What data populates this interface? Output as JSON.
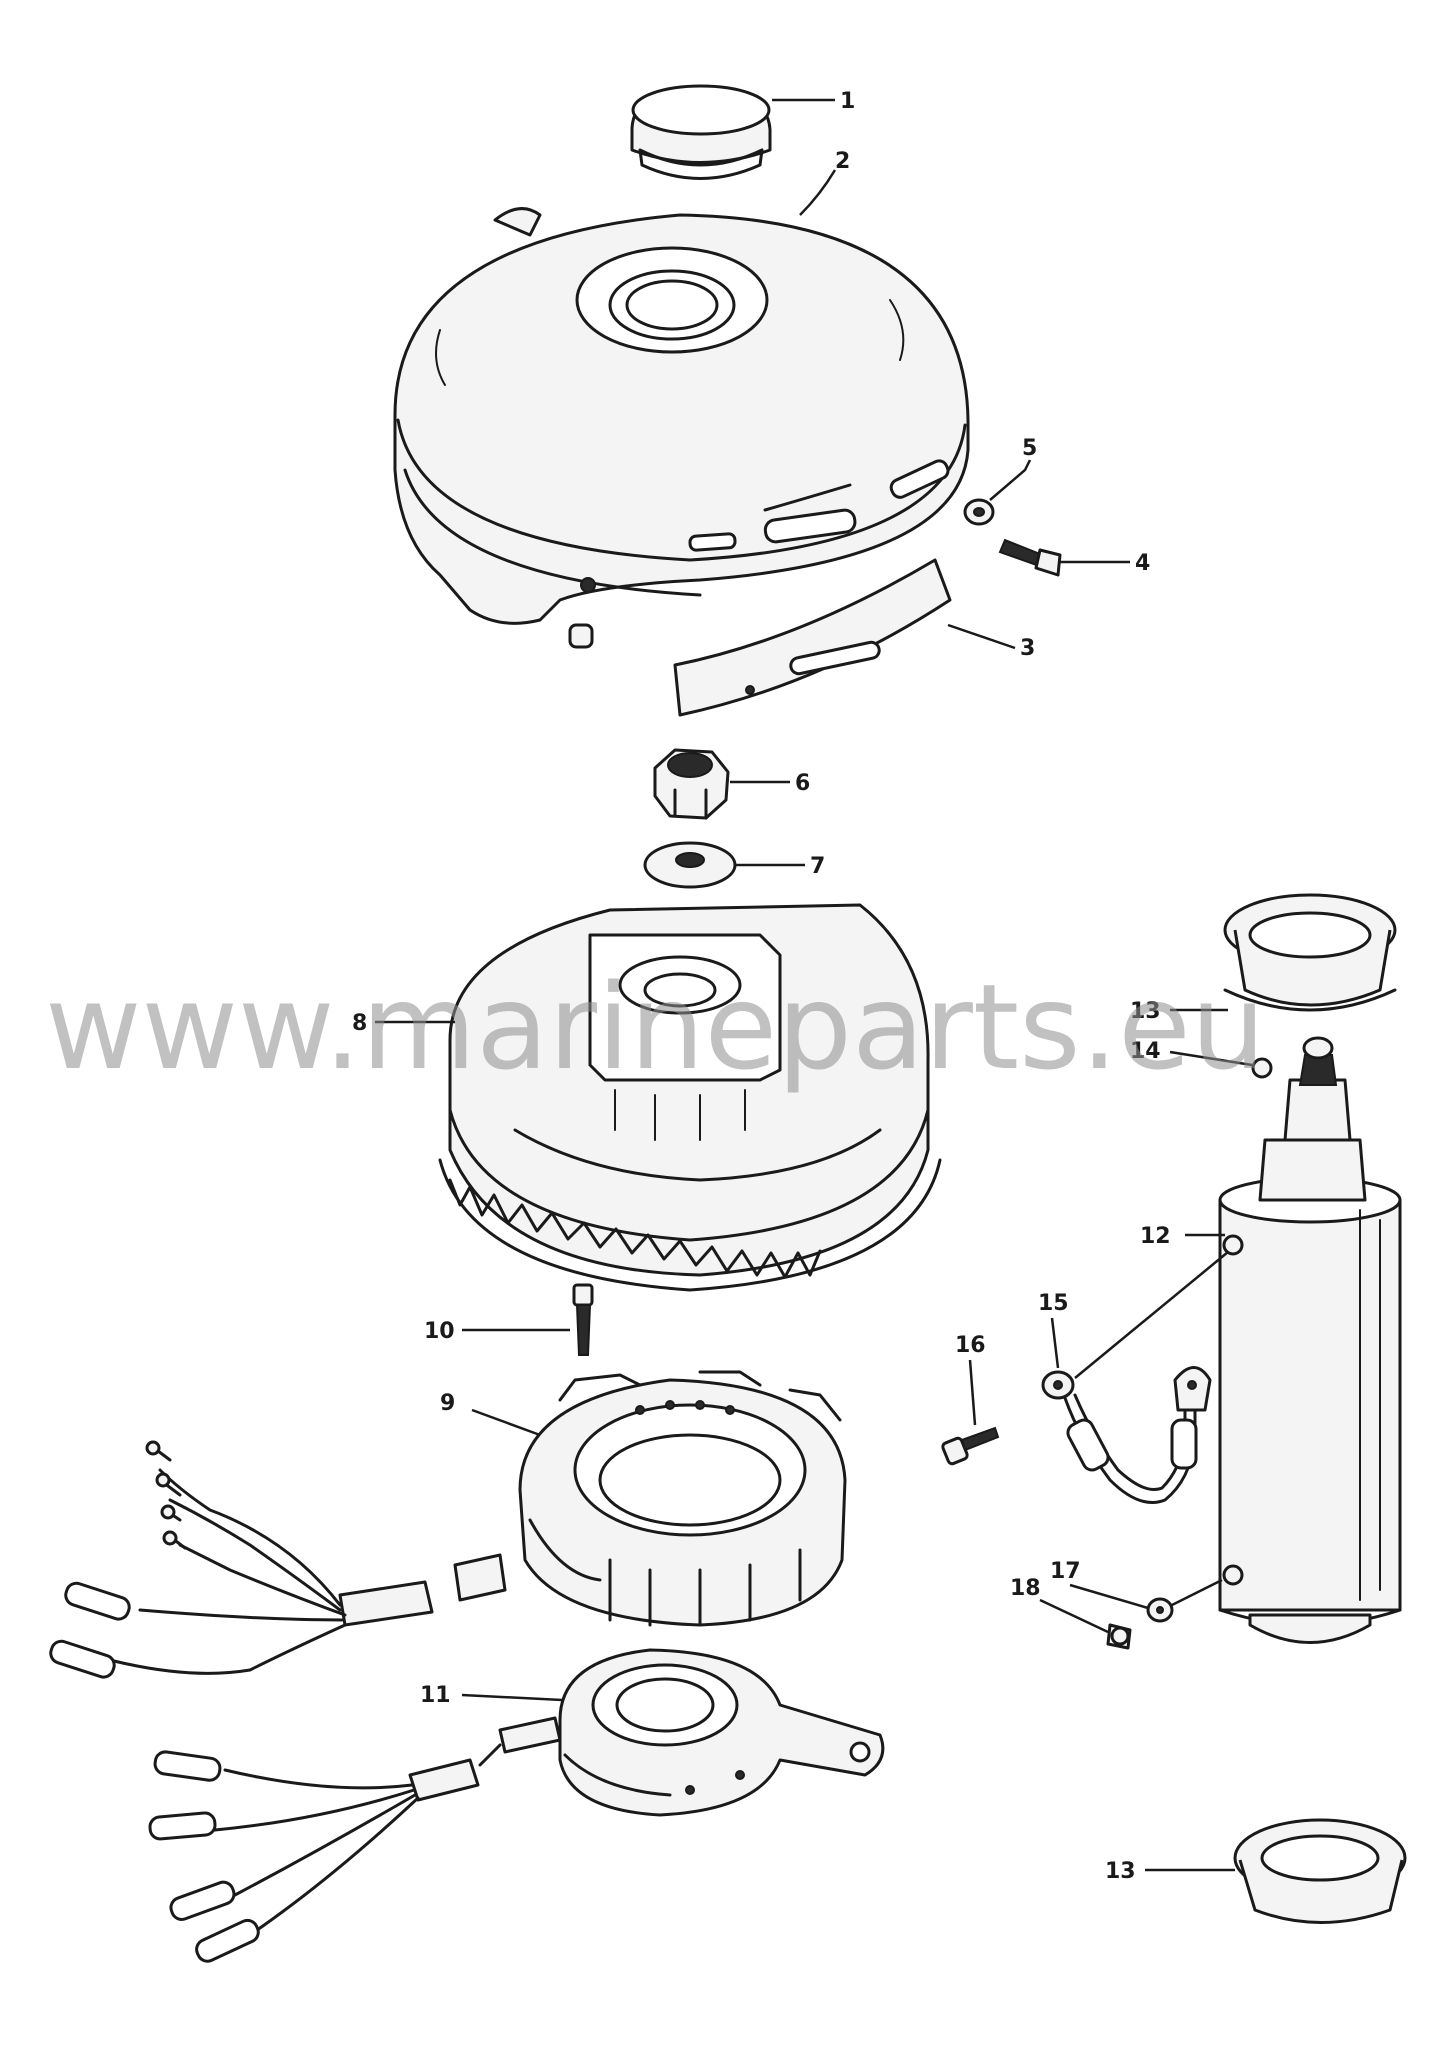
{
  "watermark": "www.marineparts.eu",
  "callouts": [
    {
      "id": "1",
      "text": "1"
    },
    {
      "id": "2",
      "text": "2"
    },
    {
      "id": "3",
      "text": "3"
    },
    {
      "id": "4",
      "text": "4"
    },
    {
      "id": "5",
      "text": "5"
    },
    {
      "id": "6",
      "text": "6"
    },
    {
      "id": "7",
      "text": "7"
    },
    {
      "id": "8",
      "text": "8"
    },
    {
      "id": "9",
      "text": "9"
    },
    {
      "id": "10",
      "text": "10"
    },
    {
      "id": "11",
      "text": "11"
    },
    {
      "id": "12",
      "text": "12"
    },
    {
      "id": "13a",
      "text": "13"
    },
    {
      "id": "13b",
      "text": "13"
    },
    {
      "id": "14",
      "text": "14"
    },
    {
      "id": "15",
      "text": "15"
    },
    {
      "id": "16",
      "text": "16"
    },
    {
      "id": "17",
      "text": "17"
    },
    {
      "id": "18",
      "text": "18"
    }
  ]
}
